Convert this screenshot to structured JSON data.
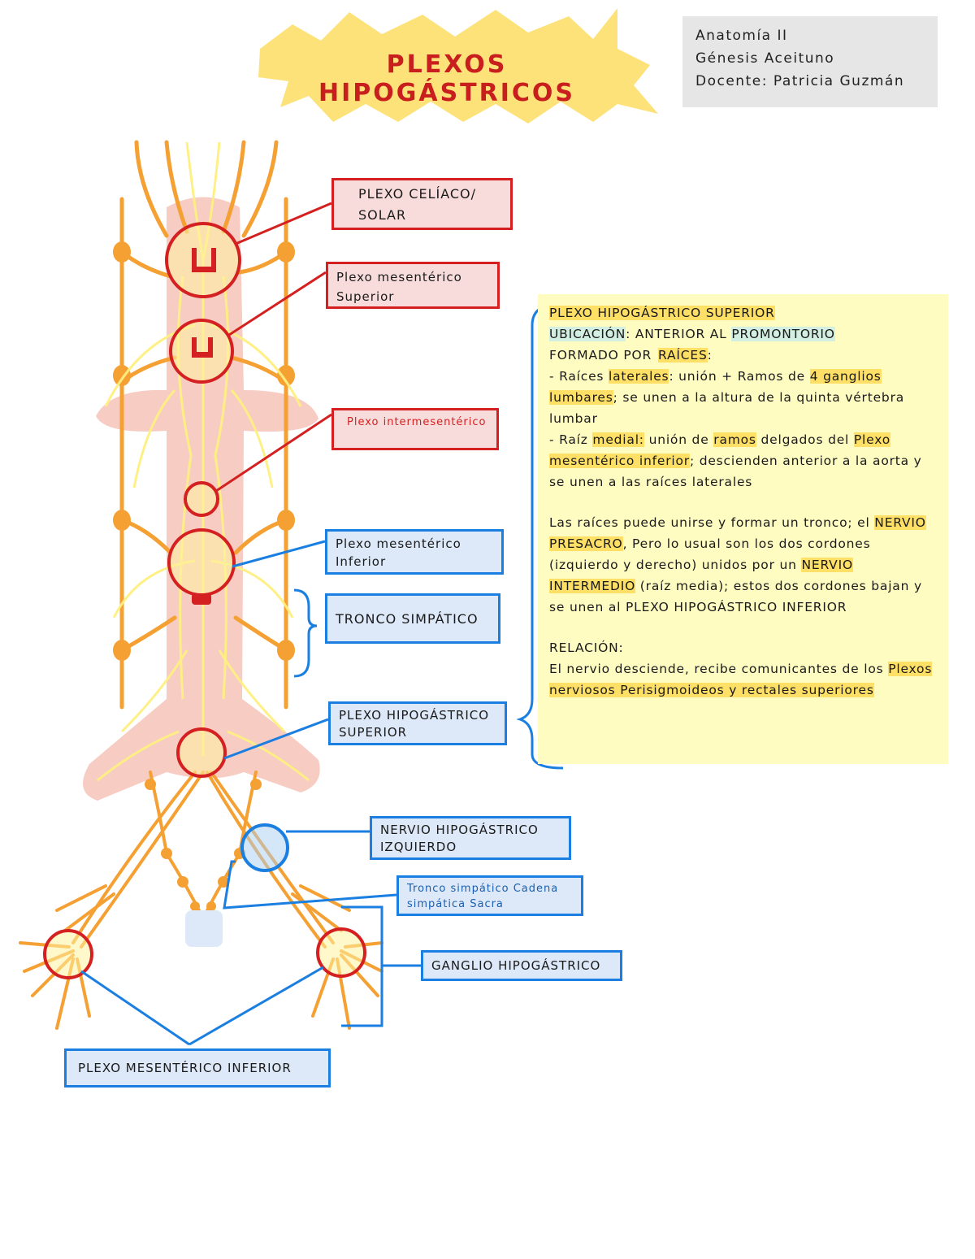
{
  "header": {
    "title": "PLEXOS HIPOGÁSTRICOS",
    "course": "Anatomía II",
    "student": "Génesis Aceituno",
    "teacher": "Docente: Patricia Guzmán"
  },
  "labels": {
    "celiaco": "PLEXO CELÍACO/ SOLAR",
    "mesenterico_superior": "Plexo mesentérico Superior",
    "intermesenterico": "Plexo intermesentérico",
    "mesenterico_inferior": "Plexo mesentérico Inferior",
    "tronco_simpatico": "TRONCO SIMPÁTICO",
    "hipogastrico_superior": "PLEXO HIPOGÁSTRICO SUPERIOR",
    "nervio_hipogastrico": "NERVIO HIPOGÁSTRICO IZQUIERDO",
    "cadena_sacra": "Tronco simpático Cadena simpática Sacra",
    "ganglio_hipogastrico": "GANGLIO HIPOGÁSTRICO",
    "plexo_mesenterico_inferior_bottom": "PLEXO MESENTÉRICO INFERIOR"
  },
  "note": {
    "heading": "PLEXO HIPOGÁSTRICO SUPERIOR",
    "ubicacion_label": "UBICACIÓN",
    "ubicacion_text": ": ANTERIOR AL ",
    "ubicacion_hl": "PROMONTORIO",
    "formado_a": "FORMADO POR",
    "formado_hl": "RAÍCES",
    "formado_b": ":",
    "lat_a": "- Raíces ",
    "lat_hl1": "laterales",
    "lat_b": ": unión + Ramos de ",
    "lat_hl2": "4 ganglios lumbares",
    "lat_c": "; se unen a la altura de la quinta vértebra lumbar",
    "med_a": "- Raíz ",
    "med_hl1": "medial:",
    "med_b": " unión de ",
    "med_hl2": "ramos",
    "med_c": " delgados del ",
    "med_hl3": "Plexo mesentérico inferior",
    "med_d": "; descienden anterior a la aorta y se unen a las raíces laterales",
    "p2_a": "Las raíces puede unirse y formar un tronco; el ",
    "p2_hl1": "NERVIO PRESACRO",
    "p2_b": ", Pero lo usual son los dos cordones (izquierdo y derecho) unidos por un ",
    "p2_hl2": "NERVIO INTERMEDIO",
    "p2_c": " (raíz media); estos dos cordones bajan y se unen al PLEXO HIPOGÁSTRICO INFERIOR",
    "rel_heading": "RELACIÓN:",
    "rel_a": "El nervio desciende, recibe comunicantes de los ",
    "rel_hl": "Plexos nerviosos Perisigmoideos y rectales superiores"
  },
  "colors": {
    "nerve": "#f5a033",
    "plexus": "#fff080",
    "aorta": "#f6c7bd",
    "ring": "#d42020",
    "pointer_red": "#d42020",
    "pointer_blue": "#1a7fe0",
    "title_blob": "#fde27a"
  }
}
